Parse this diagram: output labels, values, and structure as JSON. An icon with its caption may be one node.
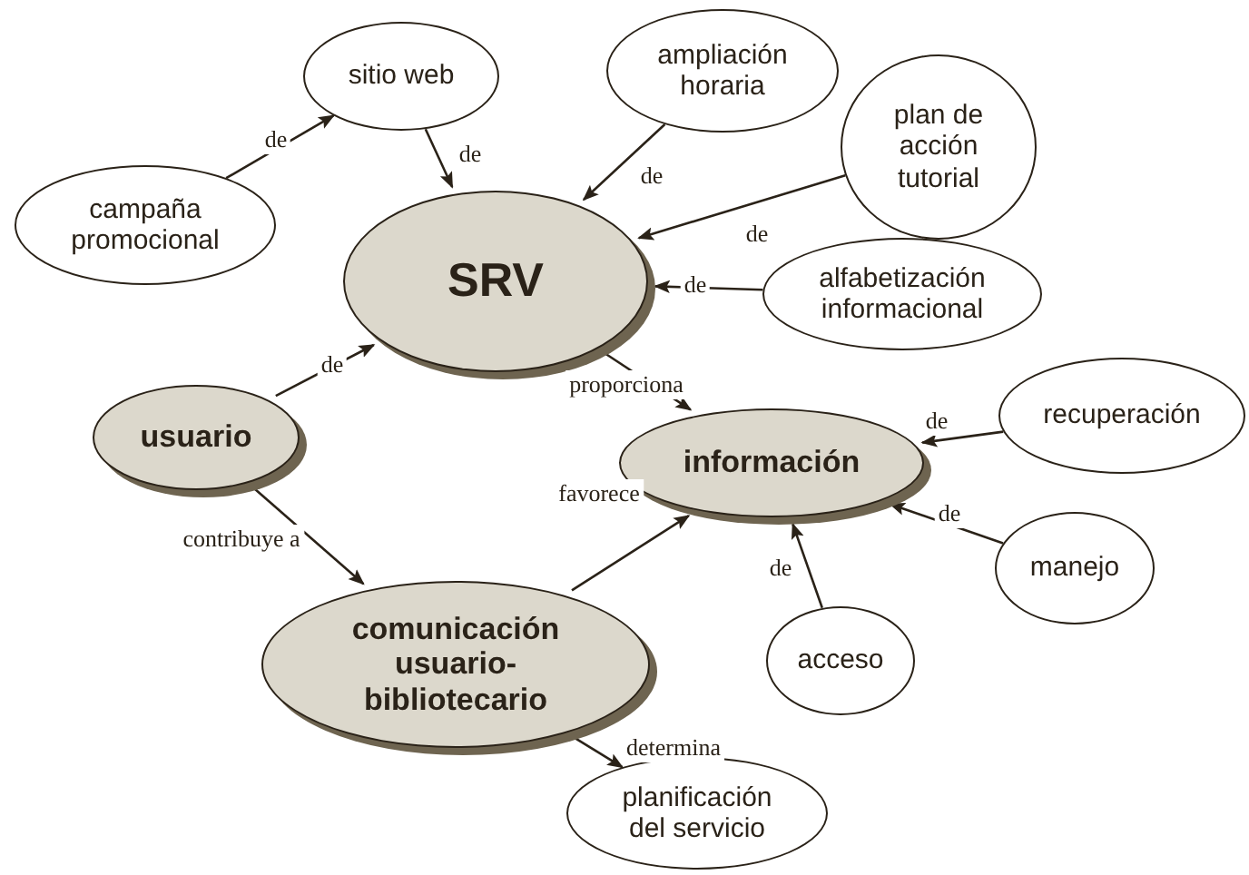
{
  "diagram": {
    "nodes": [
      {
        "text": [
          "sitio web"
        ]
      },
      {
        "text": [
          "campaña promocional"
        ]
      },
      {
        "text": [
          "ampliación horaria"
        ]
      },
      {
        "text": [
          "plan de acción tutorial"
        ]
      },
      {
        "text": [
          "SRV"
        ]
      },
      {
        "text": [
          "alfabetización informacional"
        ]
      },
      {
        "text": [
          "usuario"
        ]
      },
      {
        "text": [
          "información"
        ]
      },
      {
        "text": [
          "recuperación"
        ]
      },
      {
        "text": [
          "manejo"
        ]
      },
      {
        "text": [
          "acceso"
        ]
      },
      {
        "text": [
          "comunicación usuario-bibliotecario"
        ]
      },
      {
        "text": [
          "planificación del servicio"
        ]
      }
    ],
    "edges": [
      {
        "from": 1,
        "to": 0,
        "arrow": "to",
        "label": "de"
      },
      {
        "from": 0,
        "to": 4,
        "arrow": "to",
        "label": "de"
      },
      {
        "from": 2,
        "to": 4,
        "arrow": "to",
        "label": "de"
      },
      {
        "from": 3,
        "to": 4,
        "arrow": "to",
        "label": "de"
      },
      {
        "from": 5,
        "to": 4,
        "arrow": "to",
        "label": "de"
      },
      {
        "from": 6,
        "to": 4,
        "arrow": "to",
        "label": "de"
      },
      {
        "from": 4,
        "to": 7,
        "arrow": "to",
        "label": "proporciona"
      },
      {
        "from": 8,
        "to": 7,
        "arrow": "to",
        "label": "de"
      },
      {
        "from": 9,
        "to": 7,
        "arrow": "to",
        "label": "de"
      },
      {
        "from": 10,
        "to": 7,
        "arrow": "to",
        "label": "de"
      },
      {
        "from": 11,
        "to": 7,
        "arrow": "to",
        "label": "favorece"
      },
      {
        "from": 6,
        "to": 11,
        "arrow": "to",
        "label": "contribuye a"
      },
      {
        "from": 11,
        "to": 12,
        "arrow": "to",
        "label": "determina"
      }
    ]
  }
}
